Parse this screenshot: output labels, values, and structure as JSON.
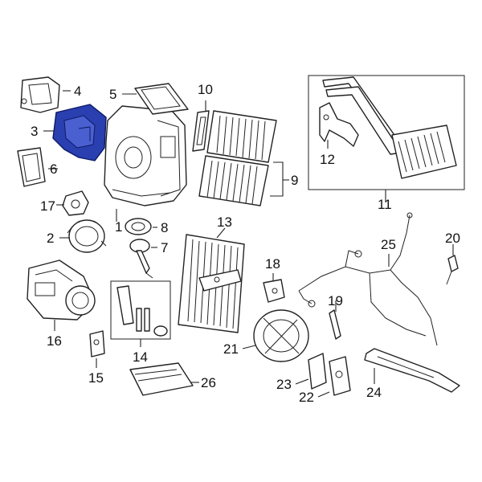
{
  "diagram": {
    "highlight_color": "#2a3fb0",
    "highlighted_part": "3",
    "callouts": {
      "c1": "1",
      "c2": "2",
      "c3": "3",
      "c4": "4",
      "c5": "5",
      "c6": "6",
      "c7": "7",
      "c8": "8",
      "c9": "9",
      "c10": "10",
      "c11": "11",
      "c12": "12",
      "c13": "13",
      "c14": "14",
      "c15": "15",
      "c16": "16",
      "c17": "17",
      "c18": "18",
      "c19": "19",
      "c20": "20",
      "c21": "21",
      "c22": "22",
      "c23": "23",
      "c24": "24",
      "c25": "25",
      "c26": "26"
    }
  }
}
